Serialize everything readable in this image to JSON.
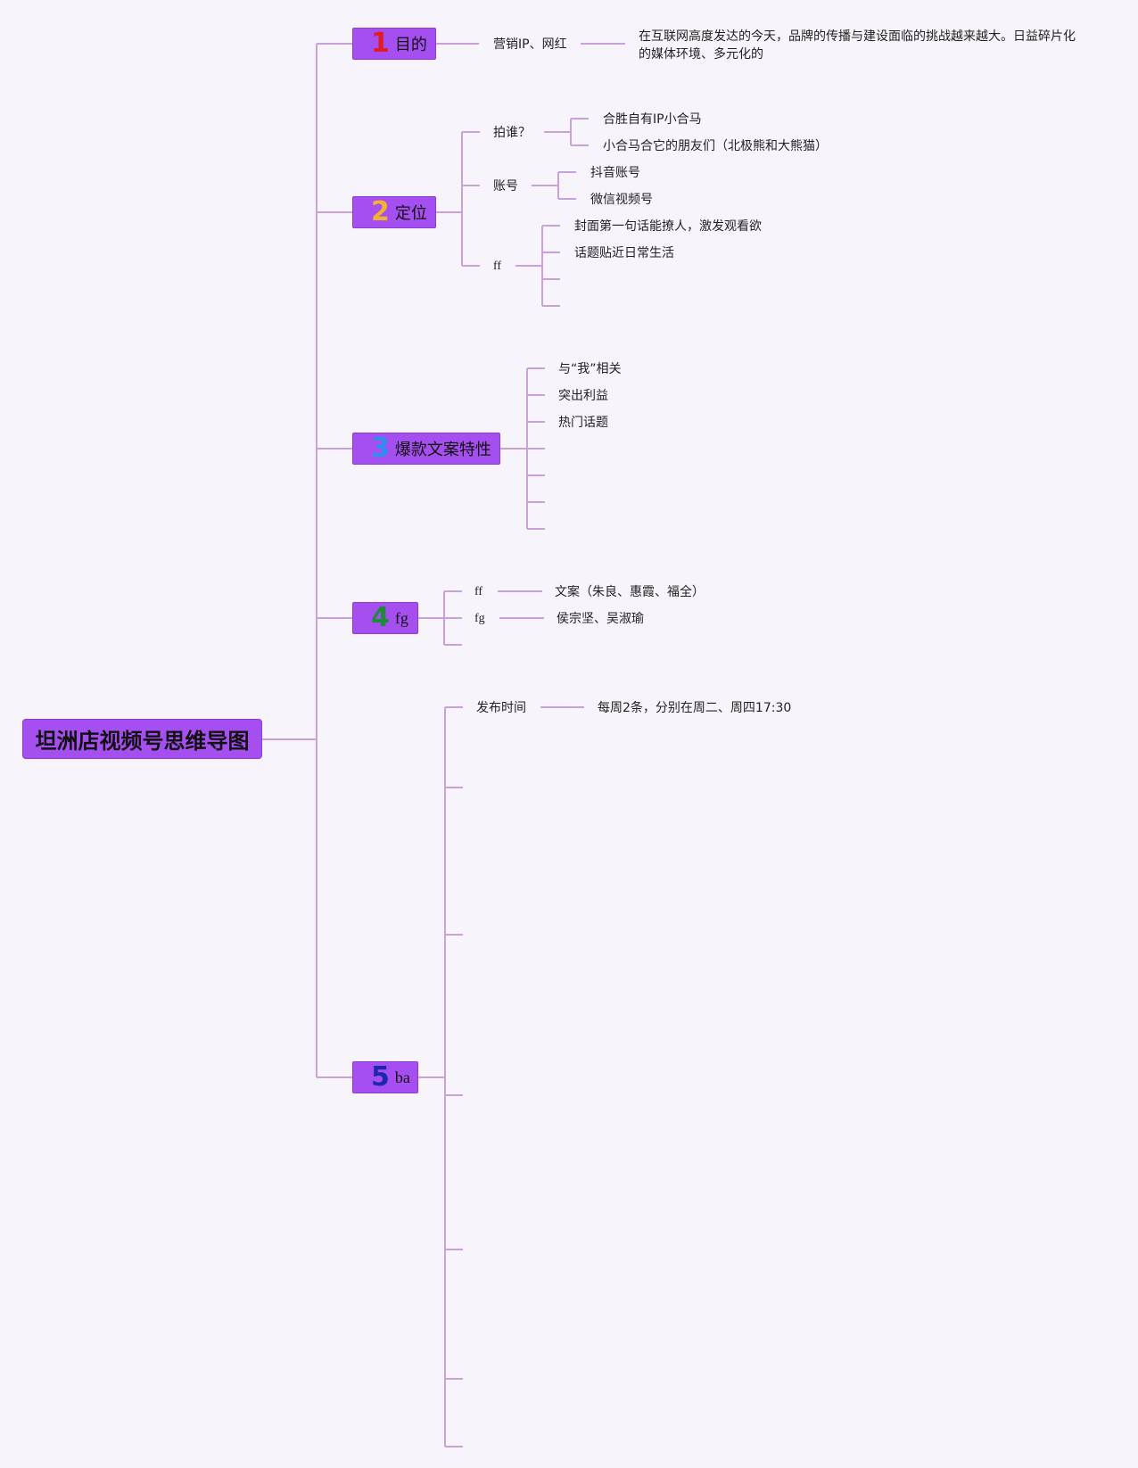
{
  "root": {
    "label": "坦洲店视频号思维导图"
  },
  "branches": [
    {
      "num": "1",
      "label": "目的",
      "children": [
        {
          "label": "营销IP、网红",
          "detail": "在互联网高度发达的今天，品牌的传播与建设面临的挑战越来越大。日益碎片化的媒体环境、多元化的"
        }
      ]
    },
    {
      "num": "2",
      "label": "定位",
      "children": [
        {
          "label": "拍谁？",
          "items": [
            "合胜自有IP小合马",
            "小合马合它的朋友们（北极熊和大熊猫）"
          ]
        },
        {
          "label": "账号",
          "items": [
            "抖音账号",
            "微信视频号"
          ]
        },
        {
          "label": "ff",
          "items": [
            "封面第一句话能撩人，激发观看欲",
            "话题贴近日常生活",
            "",
            ""
          ]
        }
      ]
    },
    {
      "num": "3",
      "label": "爆款文案特性",
      "items": [
        "与“我”相关",
        "突出利益",
        "热门话题",
        "",
        "",
        "",
        ""
      ]
    },
    {
      "num": "4",
      "label": "fg",
      "children": [
        {
          "label": "ff",
          "detail": "文案（朱良、惠霞、福全）"
        },
        {
          "label": "fg",
          "detail": "侯宗坚、吴淑瑜"
        },
        {
          "label": ""
        }
      ]
    },
    {
      "num": "5",
      "label": "ba",
      "children": [
        {
          "label": "发布时间",
          "detail": "每周2条，分别在周二、周四17:30"
        },
        {
          "label": ""
        },
        {
          "label": ""
        },
        {
          "label": ""
        },
        {
          "label": ""
        },
        {
          "label": ""
        },
        {
          "label": ""
        }
      ]
    }
  ],
  "colors": {
    "background": "#f8f4fb",
    "node_fill": "#a64ff0",
    "connector": "#c8a2d8",
    "num1": "#e01b2a",
    "num2": "#f2b230",
    "num3": "#2f8ff0",
    "num4": "#1f8a3a",
    "num5": "#1b2aa8"
  }
}
